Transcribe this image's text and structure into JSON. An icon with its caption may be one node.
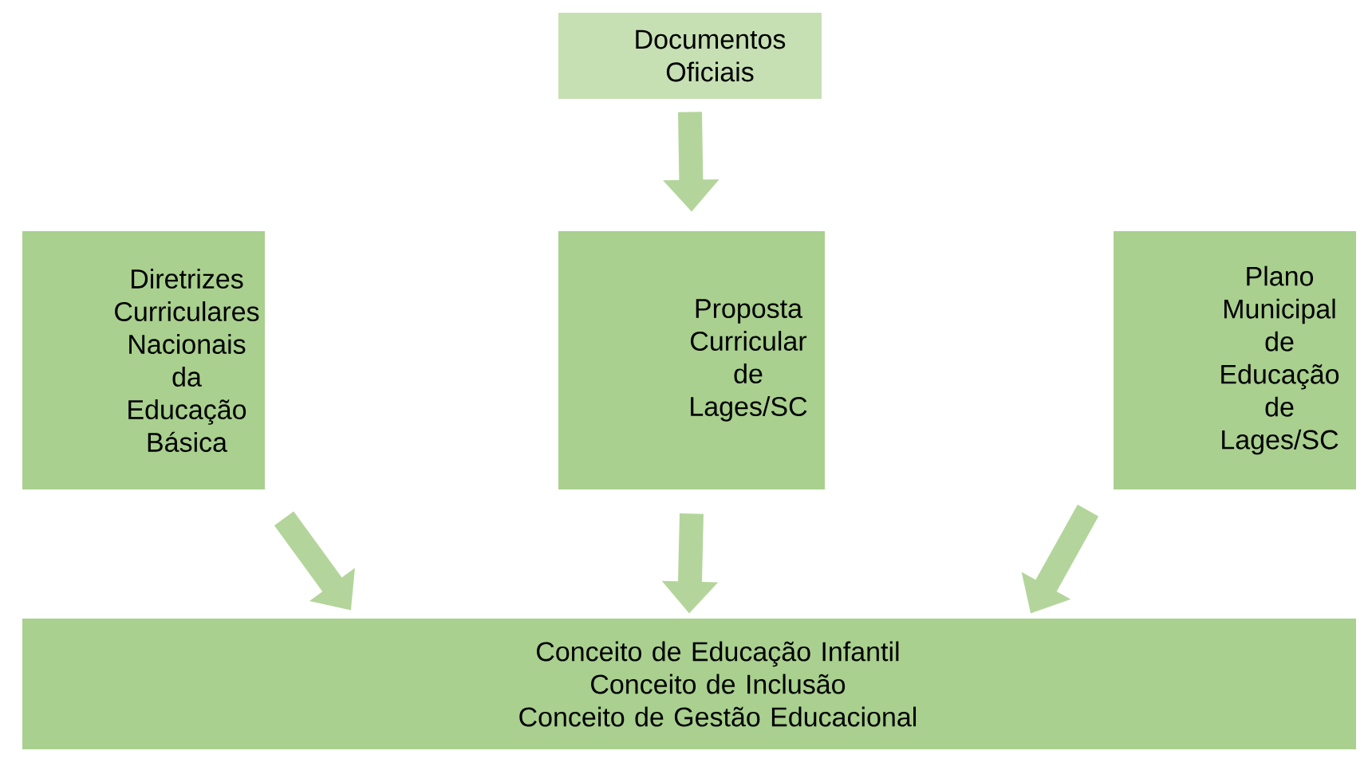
{
  "diagram": {
    "nodes": [
      {
        "text": [
          "Documentos Oficiais"
        ]
      },
      {
        "text": [
          "Diretrizes Curriculares Nacionais da Educação Básica"
        ]
      },
      {
        "text": [
          "Proposta Curricular de Lages/SC"
        ]
      },
      {
        "text": [
          "Plano Municipal de Educação de Lages/SC"
        ]
      },
      {
        "text": [
          "Conceito de Educação Infantil",
          "Conceito de Inclusão",
          "Conceito de Gestão Educacional"
        ]
      }
    ],
    "edges": [
      {
        "from": 0,
        "to": 2,
        "arrow": "to"
      },
      {
        "from": 1,
        "to": 4,
        "arrow": "to"
      },
      {
        "from": 2,
        "to": 4,
        "arrow": "to"
      },
      {
        "from": 3,
        "to": 4,
        "arrow": "to"
      }
    ]
  }
}
